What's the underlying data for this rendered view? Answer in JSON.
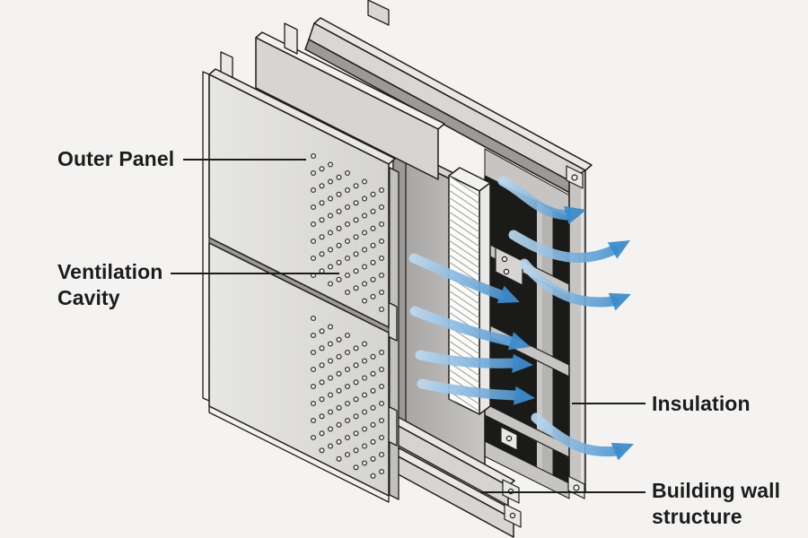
{
  "labels": {
    "outer_panel": {
      "text": "Outer Panel"
    },
    "ventilation_cavity": {
      "line1": "Ventilation",
      "line2": "Cavity"
    },
    "insulation": {
      "text": "Insulation"
    },
    "building_wall": {
      "line1": "Building wall",
      "line2": "structure"
    }
  },
  "airflow": {
    "arrow_count": 8
  },
  "perforation": {
    "columns_per_section": 9,
    "rows_per_section": 8,
    "sections": 2
  },
  "colors": {
    "background": "#f4f3f1",
    "outline": "#1f1e1d",
    "panel_face": "#e7e6e4",
    "panel_face_dark": "#d5d4d2",
    "panel_edge_light": "#f2f1ef",
    "second_panel": "#d6d5d3",
    "rail_gray": "#c2c1bf",
    "mid_panel_dark": "#a2a19f",
    "mid_panel_light": "#c8c7c5",
    "frame_gray": "#c6c5c3",
    "rail_light": "#e9e8e6",
    "tube_body": "#d8d7d5",
    "tube_shadow": "#9b9a98",
    "cavity_dark": "#1a1a19",
    "stud_gray": "#b5b4b2",
    "insulation_white": "#fbfbfa",
    "hatch_gray": "#9b9b99",
    "arrow_head": "#3d8bcb",
    "arrow_tail": "#bcd8ef",
    "label_text": "#1c1c1c"
  }
}
